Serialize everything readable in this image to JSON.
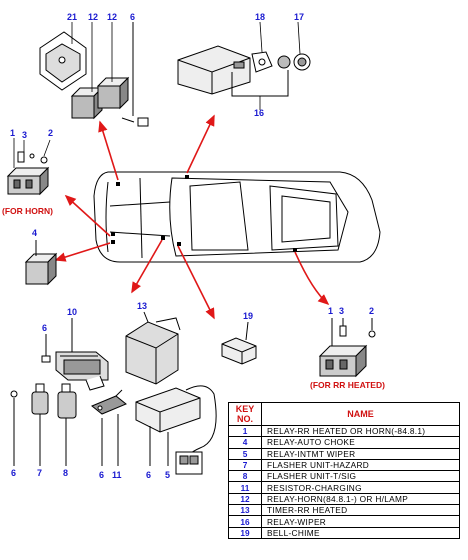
{
  "callouts": {
    "c21": "21",
    "c12a": "12",
    "c12b": "12",
    "c6a": "6",
    "c18": "18",
    "c17": "17",
    "c16": "16",
    "c1a": "1",
    "c3a": "3",
    "c2a": "2",
    "c4": "4",
    "c13": "13",
    "c19": "19",
    "c6b": "6",
    "c10": "10",
    "c1b": "1",
    "c3b": "3",
    "c2b": "2",
    "c6c": "6",
    "c7": "7",
    "c8": "8",
    "c6d": "6",
    "c11": "11",
    "c6e": "6",
    "c5": "5"
  },
  "labels": {
    "for_horn": "(FOR HORN)",
    "for_rr_heated": "(FOR RR HEATED)"
  },
  "key_table": {
    "header_no": "KEY NO.",
    "header_no_line1": "KEY",
    "header_no_line2": "NO.",
    "header_name": "NAME",
    "rows": [
      {
        "no": "1",
        "name": "RELAY-RR HEATED OR HORN(-84.8.1)"
      },
      {
        "no": "4",
        "name": "RELAY-AUTO CHOKE"
      },
      {
        "no": "5",
        "name": "RELAY-INTMT WIPER"
      },
      {
        "no": "7",
        "name": "FLASHER UNIT-HAZARD"
      },
      {
        "no": "8",
        "name": "FLASHER UNIT-T/SIG"
      },
      {
        "no": "11",
        "name": "RESISTOR-CHARGING"
      },
      {
        "no": "12",
        "name": "RELAY-HORN(84.8.1-) OR H/LAMP"
      },
      {
        "no": "13",
        "name": "TIMER-RR HEATED"
      },
      {
        "no": "16",
        "name": "RELAY-WIPER"
      },
      {
        "no": "19",
        "name": "BELL-CHIME"
      }
    ]
  },
  "colors": {
    "callout": "#1a1ad0",
    "arrow": "#e01818",
    "header": "#d01010"
  }
}
